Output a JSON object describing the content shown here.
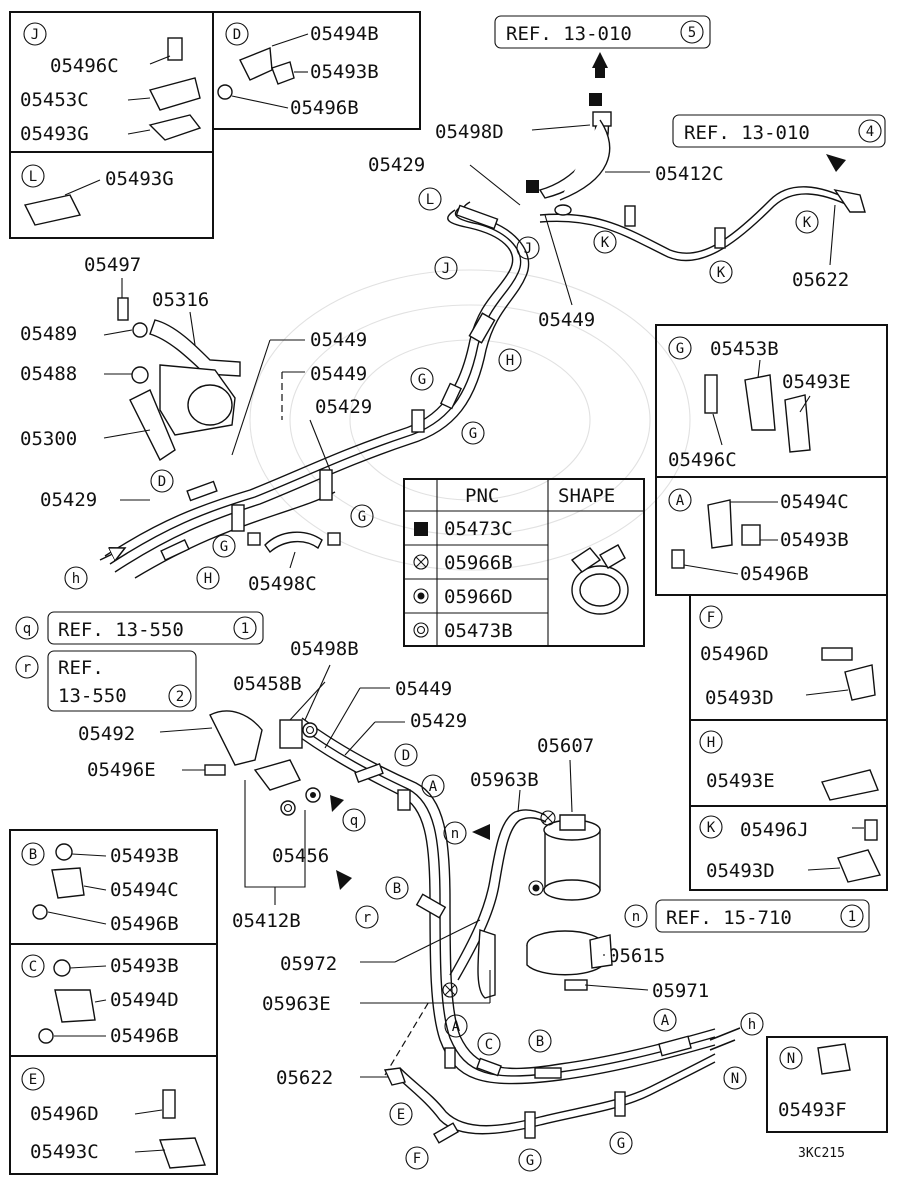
{
  "diagram_code": "3KC215",
  "refs": {
    "top_center": {
      "text": "REF. 13-010",
      "num": "5"
    },
    "top_right": {
      "text": "REF. 13-010",
      "num": "4"
    },
    "q": {
      "letter": "q",
      "text": "REF. 13-550",
      "num": "1"
    },
    "r": {
      "letter": "r",
      "line1": "REF.",
      "line2": "13-550",
      "num": "2"
    },
    "n": {
      "letter": "n",
      "text": "REF. 15-710",
      "num": "1"
    }
  },
  "legend": {
    "headers": {
      "pnc": "PNC",
      "shape": "SHAPE"
    },
    "rows": [
      {
        "symbol": "filled-square",
        "pnc": "05473C"
      },
      {
        "symbol": "circle-x",
        "pnc": "05966B"
      },
      {
        "symbol": "circle-dot",
        "pnc": "05966D"
      },
      {
        "symbol": "double-circle",
        "pnc": "05473B"
      }
    ]
  },
  "insets": {
    "J": {
      "letter": "J",
      "parts": [
        "05496C",
        "05453C",
        "05493G"
      ]
    },
    "D": {
      "letter": "D",
      "parts": [
        "05494B",
        "05493B",
        "05496B"
      ]
    },
    "L": {
      "letter": "L",
      "parts": [
        "05493G"
      ]
    },
    "G": {
      "letter": "G",
      "parts": [
        "05453B",
        "05493E",
        "05496C"
      ]
    },
    "A": {
      "letter": "A",
      "parts": [
        "05494C",
        "05493B",
        "05496B"
      ]
    },
    "F": {
      "letter": "F",
      "parts": [
        "05496D",
        "05493D"
      ]
    },
    "H": {
      "letter": "H",
      "parts": [
        "05493E"
      ]
    },
    "K": {
      "letter": "K",
      "parts": [
        "05496J",
        "05493D"
      ]
    },
    "B": {
      "letter": "B",
      "parts": [
        "05493B",
        "05494C",
        "05496B"
      ]
    },
    "C": {
      "letter": "C",
      "parts": [
        "05493B",
        "05494D",
        "05496B"
      ]
    },
    "E": {
      "letter": "E",
      "parts": [
        "05496D",
        "05493C"
      ]
    },
    "N": {
      "letter": "N",
      "parts": [
        "05493F"
      ]
    }
  },
  "callouts": {
    "p05497": "05497",
    "p05316": "05316",
    "p05489": "05489",
    "p05488": "05488",
    "p05300": "05300",
    "p05429_left": "05429",
    "p05449_a": "05449",
    "p05449_b": "05449",
    "p05429_mid": "05429",
    "p05498C": "05498C",
    "p05498D": "05498D",
    "p05429_top": "05429",
    "p05412C": "05412C",
    "p05449_top": "05449",
    "p05622_top": "05622",
    "p05498B": "05498B",
    "p05458B": "05458B",
    "p05449_low": "05449",
    "p05492": "05492",
    "p05429_low": "05429",
    "p05496E": "05496E",
    "p05607": "05607",
    "p05963B": "05963B",
    "p05456": "05456",
    "p05412B": "05412B",
    "p05972": "05972",
    "p05615": "05615",
    "p05971": "05971",
    "p05963E": "05963E",
    "p05622_low": "05622"
  },
  "letters": {
    "h": "h",
    "q": "q",
    "r": "r",
    "n": "n",
    "A": "A",
    "B": "B",
    "C": "C",
    "D": "D",
    "E": "E",
    "F": "F",
    "G": "G",
    "H": "H",
    "J": "J",
    "K": "K",
    "L": "L",
    "N": "N"
  }
}
